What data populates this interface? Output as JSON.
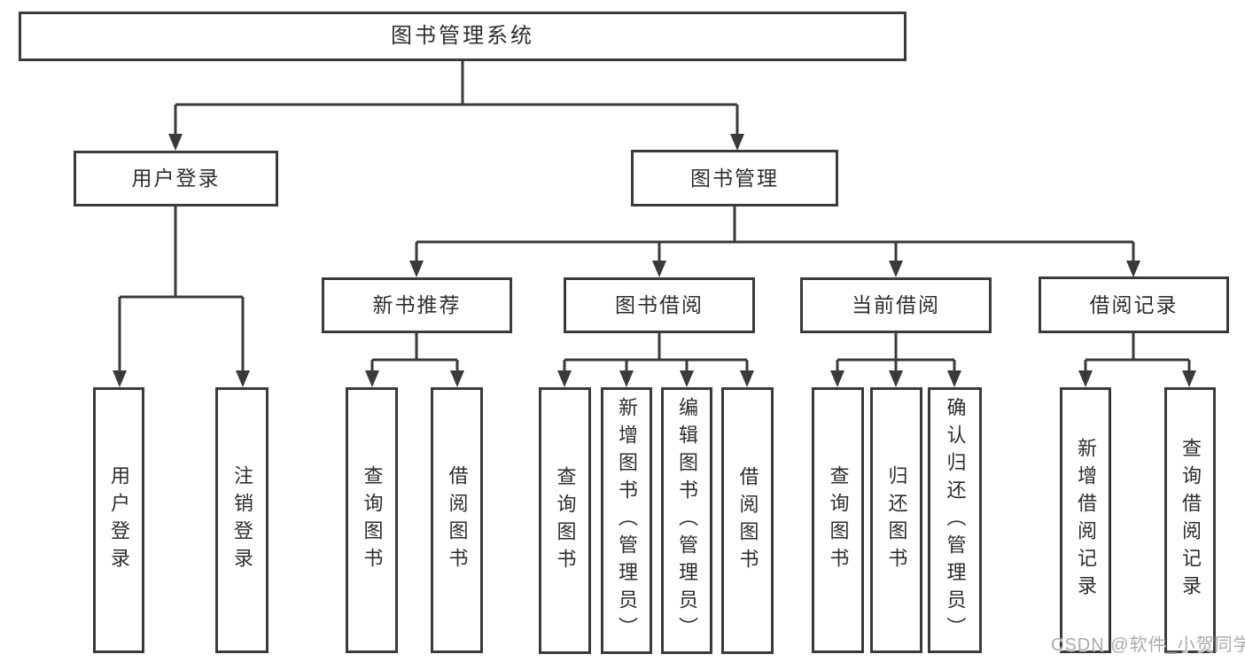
{
  "nodes": {
    "root": "图书管理系统",
    "user_login": "用户登录",
    "book_mgmt": "图书管理",
    "new_book_rec": "新书推荐",
    "book_borrow": "图书借阅",
    "current_borrow": "当前借阅",
    "borrow_records": "借阅记录",
    "leaf_login": "用户登录",
    "leaf_logout": "注销登录",
    "leaf_rec_query": "查询图书",
    "leaf_rec_borrow": "借阅图书",
    "leaf_bb_query": "查询图书",
    "leaf_bb_add": "新增图书（管理员）",
    "leaf_bb_edit": "编辑图书（管理员）",
    "leaf_bb_borrow": "借阅图书",
    "leaf_cb_query": "查询图书",
    "leaf_cb_return": "归还图书",
    "leaf_cb_confirm": "确认归还（管理员）",
    "leaf_br_add": "新增借阅记录",
    "leaf_br_query": "查询借阅记录"
  },
  "hierarchy": {
    "label": "图书管理系统",
    "children": [
      {
        "label": "用户登录",
        "children": [
          {
            "label": "用户登录"
          },
          {
            "label": "注销登录"
          }
        ]
      },
      {
        "label": "图书管理",
        "children": [
          {
            "label": "新书推荐",
            "children": [
              {
                "label": "查询图书"
              },
              {
                "label": "借阅图书"
              }
            ]
          },
          {
            "label": "图书借阅",
            "children": [
              {
                "label": "查询图书"
              },
              {
                "label": "新增图书（管理员）"
              },
              {
                "label": "编辑图书（管理员）"
              },
              {
                "label": "借阅图书"
              }
            ]
          },
          {
            "label": "当前借阅",
            "children": [
              {
                "label": "查询图书"
              },
              {
                "label": "归还图书"
              },
              {
                "label": "确认归还（管理员）"
              }
            ]
          },
          {
            "label": "借阅记录",
            "children": [
              {
                "label": "新增借阅记录"
              },
              {
                "label": "查询借阅记录"
              }
            ]
          }
        ]
      }
    ]
  },
  "watermark": {
    "text": "CSDN @软件_小贺同学",
    "color": "#ababab"
  },
  "colors": {
    "line": "#3a3a3a",
    "node_border": "#3a3a3a",
    "node_text": "#2e2e2e",
    "background": "#ffffff"
  }
}
